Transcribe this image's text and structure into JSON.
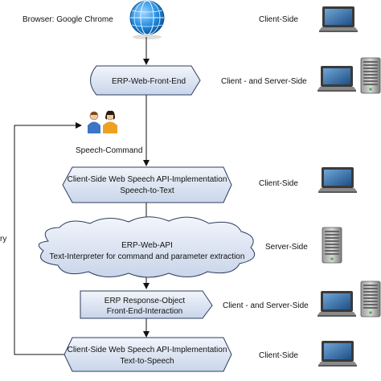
{
  "browser_label": "Browser: Google Chrome",
  "speech_command_label": "Speech-Command",
  "left_edge_label": "ry",
  "nodes": [
    {
      "id": "front-end",
      "lines": [
        "ERP-Web-Front-End"
      ],
      "side": "Client - and Server-Side"
    },
    {
      "id": "stt",
      "lines": [
        "Client-Side Web Speech API-Implementation",
        "Speech-to-Text"
      ],
      "side": "Client-Side"
    },
    {
      "id": "api",
      "lines": [
        "ERP-Web-API",
        "Text-Interpreter for command and parameter extraction"
      ],
      "side": "Server-Side"
    },
    {
      "id": "response",
      "lines": [
        "ERP Response-Object",
        "Front-End-Interaction"
      ],
      "side": "Client - and Server-Side"
    },
    {
      "id": "tts",
      "lines": [
        "Client-Side Web Speech API-Implementation",
        "Text-to-Speech"
      ],
      "side": "Client-Side"
    }
  ],
  "browser_side_label": "Client-Side",
  "icons": {
    "globe": "globe-icon",
    "users": "users-icon",
    "laptop": "laptop-icon",
    "server": "server-icon"
  },
  "colors": {
    "box_fill_top": "#f2f5fb",
    "box_fill_bottom": "#c9d5ea",
    "box_stroke": "#2d3e5e",
    "arrow": "#111111",
    "globe": "#1f8be0"
  }
}
